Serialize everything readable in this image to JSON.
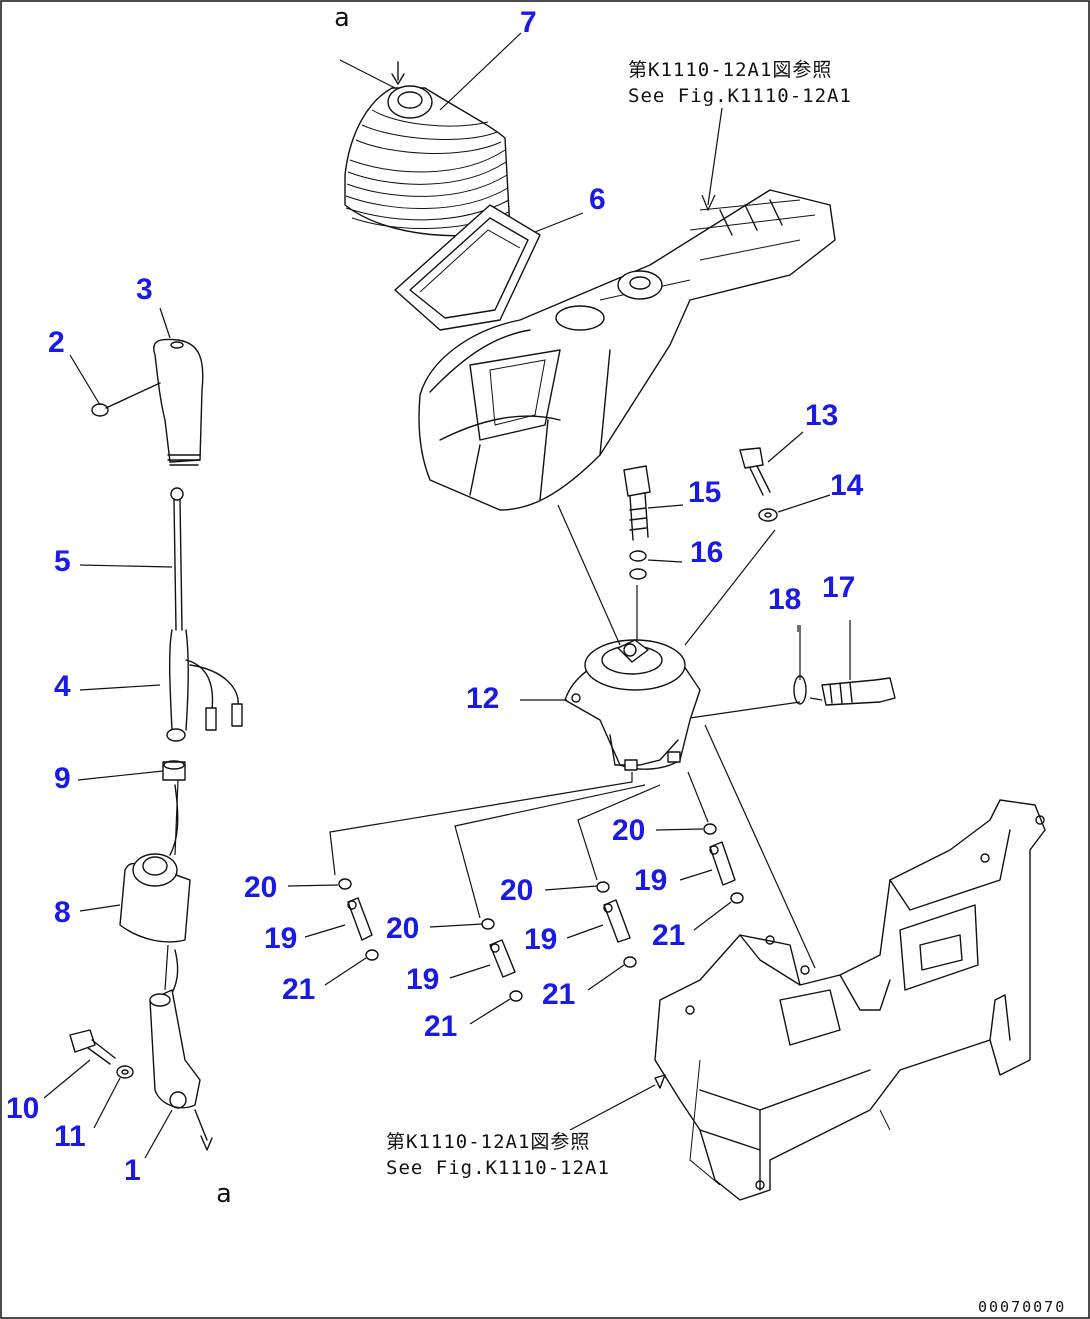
{
  "part_labels": {
    "p1": "1",
    "p2": "2",
    "p3": "3",
    "p4": "4",
    "p5": "5",
    "p6": "6",
    "p7": "7",
    "p8": "8",
    "p9": "9",
    "p10": "10",
    "p11": "11",
    "p12": "12",
    "p13": "13",
    "p14": "14",
    "p15": "15",
    "p16": "16",
    "p17": "17",
    "p18": "18",
    "p19": "19",
    "p20": "20",
    "p21": "21"
  },
  "references": {
    "top_jp": "第K1110-12A1図参照",
    "top_en": "See Fig.K1110-12A1",
    "bottom_jp": "第K1110-12A1図参照",
    "bottom_en": "See Fig.K1110-12A1",
    "view_letter": "a"
  },
  "drawing_code": "00070070",
  "colors": {
    "part_number": "#1a1ae6",
    "line_art": "#111111",
    "background": "#ffffff"
  }
}
